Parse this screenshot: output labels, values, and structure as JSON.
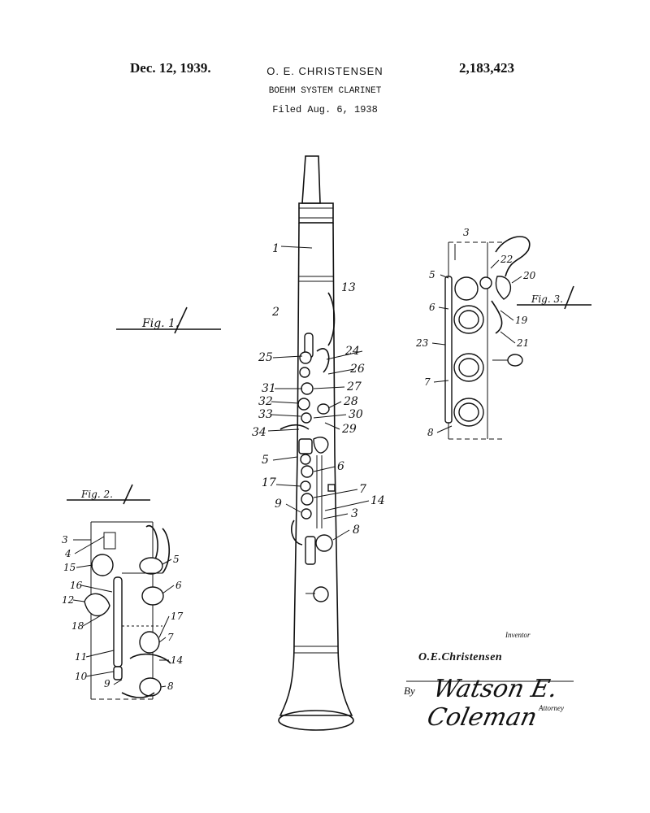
{
  "header": {
    "date": "Dec. 12, 1939.",
    "inventor": "O. E. CHRISTENSEN",
    "patent_number": "2,183,423",
    "title": "BOEHM SYSTEM CLARINET",
    "filed": "Filed Aug. 6, 1938"
  },
  "figures": {
    "fig1": "Fig. 1.",
    "fig2": "Fig. 2.",
    "fig3": "Fig. 3."
  },
  "labels_main": [
    "1",
    "13",
    "2",
    "25",
    "24",
    "26",
    "31",
    "27",
    "32",
    "28",
    "33",
    "30",
    "34",
    "29",
    "5",
    "6",
    "17",
    "7",
    "9",
    "14",
    "3",
    "8"
  ],
  "labels_fig2": [
    "3",
    "4",
    "15",
    "5",
    "16",
    "6",
    "12",
    "17",
    "18",
    "7",
    "11",
    "14",
    "10",
    "9",
    "8"
  ],
  "labels_fig3": [
    "3",
    "22",
    "5",
    "20",
    "6",
    "19",
    "21",
    "23",
    "7",
    "8"
  ],
  "signature": {
    "inventor_caption": "Inventor",
    "inventor_signature": "O.E.Christensen",
    "by": "By",
    "attorney_signature": "Watson E. Coleman",
    "attorney_caption": "Attorney"
  }
}
